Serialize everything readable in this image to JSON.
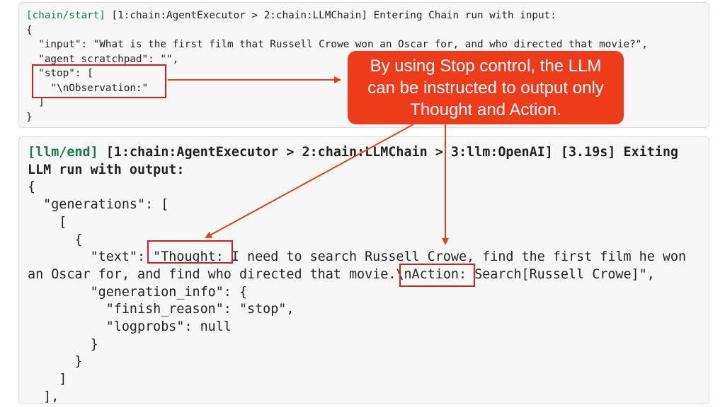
{
  "top_panel": {
    "line1_tag": "[chain/start]",
    "line1_text": " [1:chain:AgentExecutor > 2:chain:LLMChain] Entering Chain run with input:",
    "lines": [
      "{",
      "  \"input\": \"What is the first film that Russell Crowe won an Oscar for, and who directed that movie?\",",
      "  \"agent_scratchpad\": \"\",",
      "  \"stop\": [",
      "    \"\\nObservation:\"",
      "  ]",
      "}"
    ]
  },
  "bottom_panel": {
    "line1_tag": "[llm/end]",
    "line1_text": " [1:chain:AgentExecutor > 2:chain:LLMChain > 3:llm:OpenAI] [3.19s] Exiting",
    "line2_text": "LLM run with output:",
    "lines": [
      "{",
      "  \"generations\": [",
      "    [",
      "      {",
      "        \"text\": \"Thought: I need to search Russell Crowe, find the first film he won",
      "an Oscar for, and find who directed that movie.\\nAction: Search[Russell Crowe]\",",
      "        \"generation_info\": {",
      "          \"finish_reason\": \"stop\",",
      "          \"logprobs\": null",
      "        }",
      "      }",
      "    ]",
      "  ],"
    ]
  },
  "callout": {
    "lines": [
      "By using Stop control, the LLM",
      "can be instructed to output only",
      "Thought and Action."
    ]
  },
  "colors": {
    "accent": "#ee3b1a",
    "highlight_box": "#d42020",
    "log_tag": "#1a7a46"
  }
}
